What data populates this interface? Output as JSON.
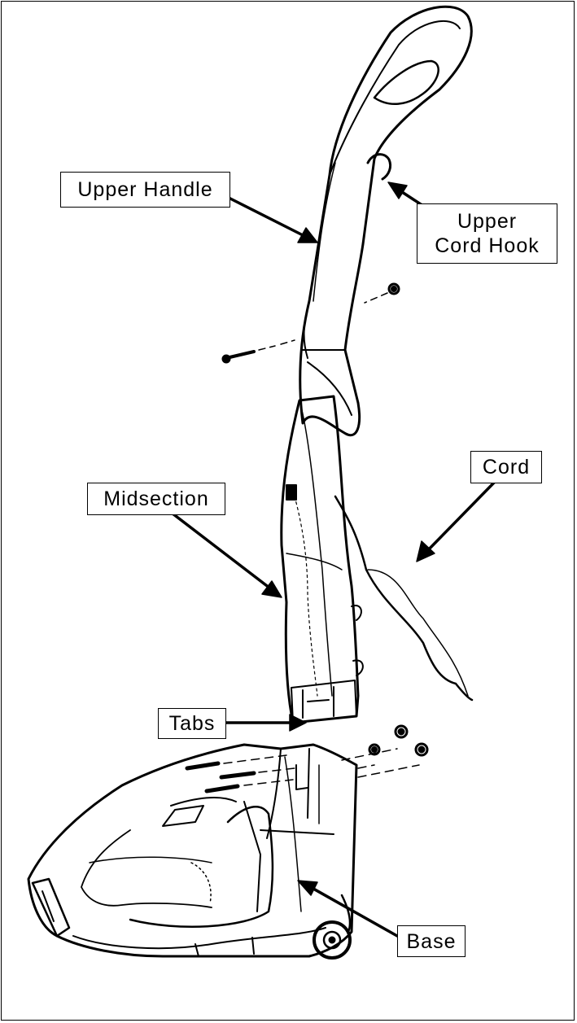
{
  "callouts": {
    "upper_handle": "Upper Handle",
    "upper_cord_hook_line1": "Upper",
    "upper_cord_hook_line2": "Cord Hook",
    "cord": "Cord",
    "midsection": "Midsection",
    "tabs": "Tabs",
    "base": "Base"
  },
  "colors": {
    "ink": "#000000",
    "paper": "#ffffff"
  }
}
